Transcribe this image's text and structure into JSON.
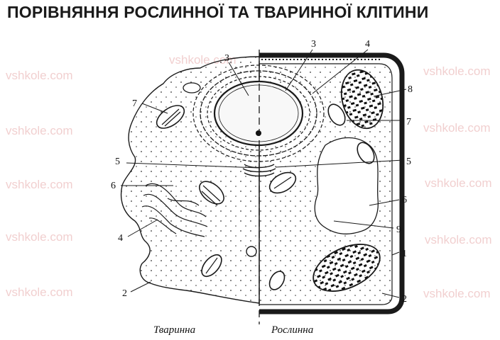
{
  "title": "ПОРІВНЯННЯ РОСЛИННОЇ ТА ТВАРИННОЇ КЛІТИНИ",
  "watermark": "vshkole.com",
  "captions": {
    "animal": "Тваринна",
    "plant": "Рослинна"
  },
  "labels": {
    "nucleus_left": "3",
    "nucleus_right": "3",
    "er_top": "4",
    "chloroplast_top": "8",
    "mito_left": "7",
    "mito_right": "7",
    "golgi_left": "5",
    "golgi_right": "5",
    "ribosome_left": "6",
    "ribosome_right": "6",
    "vacuole": "9",
    "er_left": "4",
    "wall": "1",
    "membrane_left": "2",
    "membrane_right": "2"
  },
  "colors": {
    "ink": "#1a1a1a",
    "watermark": "#e6a8a8"
  }
}
